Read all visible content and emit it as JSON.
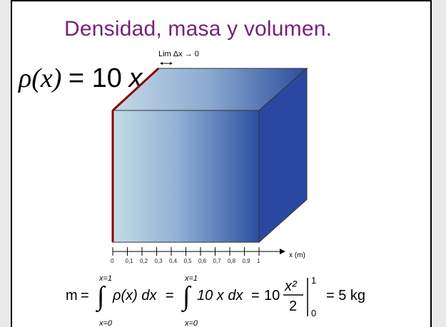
{
  "title": "Densidad, masa y volumen.",
  "density": {
    "lhs": "ρ(x)",
    "eq": "= 10",
    "var": "x"
  },
  "limit_label": "Lim Δx → 0",
  "axis": {
    "label": "x (m)",
    "ticks": [
      "0",
      "0,1",
      "0,2",
      "0,3",
      "0,4",
      "0,5",
      "0,6",
      "0,7",
      "0,8",
      "0,9",
      "1"
    ]
  },
  "formula": {
    "m": "m",
    "int_upper": "x=1",
    "int_lower": "x=0",
    "integrand1": "ρ(x) dx",
    "integrand2": "10 x dx",
    "coef": "10",
    "frac_num": "x²",
    "frac_den": "2",
    "eval_upper": "1",
    "eval_lower": "0",
    "result": "= 5 kg"
  }
}
